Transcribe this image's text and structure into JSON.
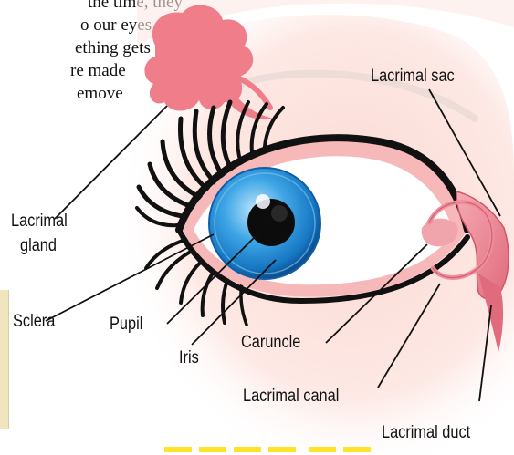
{
  "intro_text": {
    "lines": [
      "the time, they",
      "o our eyes",
      "ething gets",
      "re made",
      "emove"
    ]
  },
  "labels": {
    "lacrimal_gland_line1": "Lacrimal",
    "lacrimal_gland_line2": "gland",
    "lacrimal_sac": "Lacrimal sac",
    "sclera": "Sclera",
    "pupil": "Pupil",
    "iris": "Iris",
    "caruncle": "Caruncle",
    "lacrimal_canal": "Lacrimal canal",
    "lacrimal_duct": "Lacrimal duct"
  },
  "colors": {
    "gland_pink": "#ef7d8a",
    "skin": "#fbe3df",
    "lid_line": "#111111",
    "iris_blue": "#1f8fd6",
    "sclera": "#ffffff",
    "sac_pink": "#ee8f9c",
    "callout_box": "#efe6bf",
    "accent_yellow": "#ffe32a"
  }
}
